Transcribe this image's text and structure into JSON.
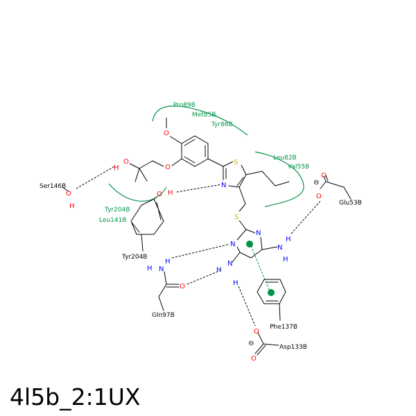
{
  "title": "4l5b_2:1UX",
  "colors": {
    "bond": "#000000",
    "oxygen": "#ff0000",
    "nitrogen": "#0000ff",
    "sulfur": "#ccb400",
    "hydrophobic": "#009245",
    "hbond": "#000000"
  },
  "atoms": {
    "O": "O",
    "N": "N",
    "S": "S",
    "H": "H",
    "charge": "⊖"
  },
  "residues": {
    "ser146b": "Ser146B",
    "tyr204b_bottom": "Tyr204B",
    "glu53b": "Glu53B",
    "gln97b": "Gln97B",
    "phe137b": "Phe137B",
    "asp133b": "Asp133B"
  },
  "hydrophobic_residues": {
    "pro89b": "Pro89B",
    "met85b": "Met85B",
    "tyr86b": "Tyr86B",
    "leu82b": "Leu82B",
    "val55b": "Val55B",
    "tyr204b": "Tyr204B",
    "leu141b": "Leu141B"
  }
}
